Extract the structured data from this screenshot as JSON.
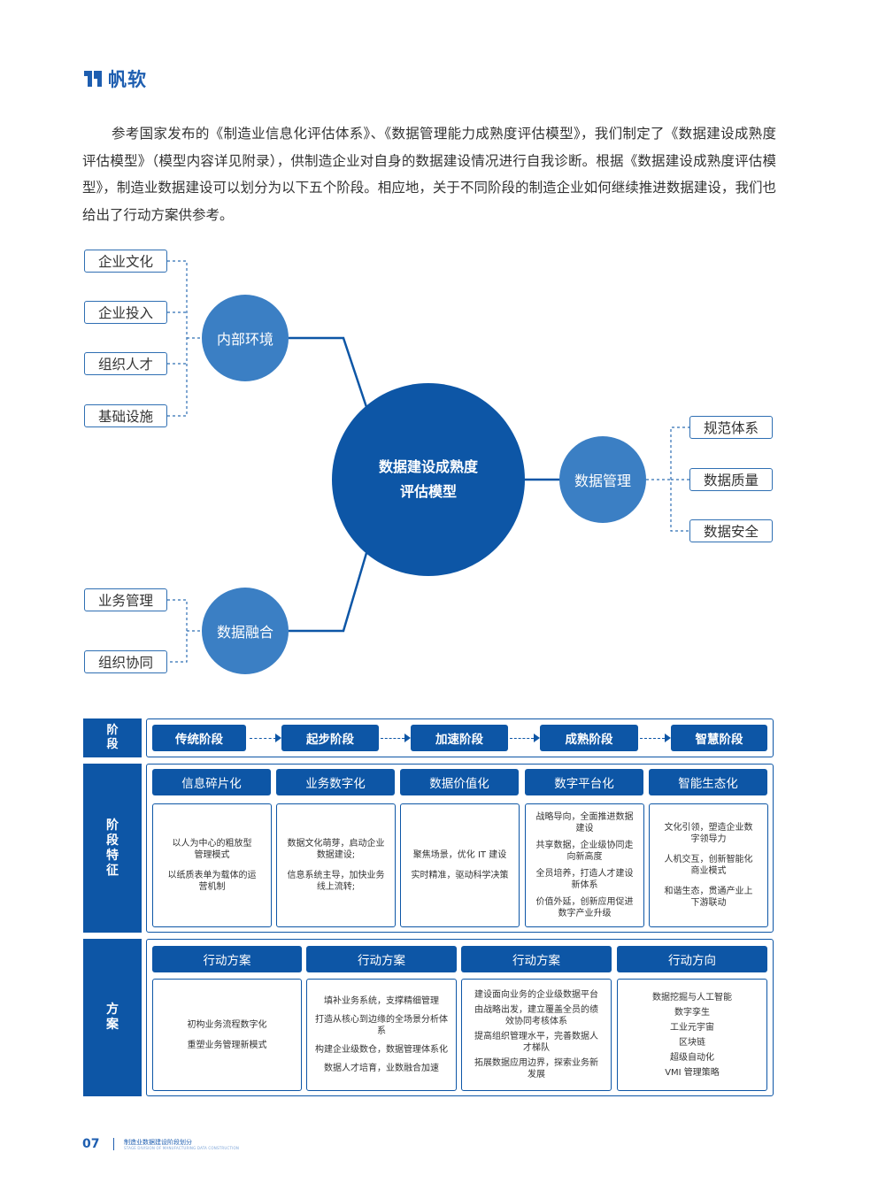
{
  "brand": {
    "name": "帆软",
    "color": "#1e5eb0"
  },
  "intro": "参考国家发布的《制造业信息化评估体系》、《数据管理能力成熟度评估模型》，我们制定了《数据建设成熟度评估模型》（模型内容详见附录），供制造企业对自身的数据建设情况进行自我诊断。根据《数据建设成熟度评估模型》，制造业数据建设可以划分为以下五个阶段。相应地，关于不同阶段的制造企业如何继续推进数据建设，我们也给出了行动方案供参考。",
  "mindmap": {
    "center": [
      "数据建设成熟度",
      "评估模型"
    ],
    "internal": {
      "label": "内部环境",
      "leaves": [
        "企业文化",
        "企业投入",
        "组织人才",
        "基础设施"
      ]
    },
    "management": {
      "label": "数据管理",
      "leaves": [
        "规范体系",
        "数据质量",
        "数据安全"
      ]
    },
    "fusion": {
      "label": "数据融合",
      "leaves": [
        "业务管理",
        "组织协同"
      ]
    }
  },
  "table": {
    "row_headers": {
      "stage": "阶\n段",
      "features": "阶\n段\n特\n征",
      "plan": "方\n案"
    },
    "stages": [
      "传统阶段",
      "起步阶段",
      "加速阶段",
      "成熟阶段",
      "智慧阶段"
    ],
    "features": [
      {
        "title": "信息碎片化",
        "lines": [
          "以人为中心的粗放型管理模式",
          "以纸质表单为载体的运营机制"
        ]
      },
      {
        "title": "业务数字化",
        "lines": [
          "数据文化萌芽，启动企业数据建设;",
          "信息系统主导，加快业务线上流转;"
        ]
      },
      {
        "title": "数据价值化",
        "lines": [
          "聚焦场景，优化 IT 建设",
          "实时精准，驱动科学决策"
        ]
      },
      {
        "title": "数字平台化",
        "lines": [
          "战略导向，全面推进数据建设",
          "共享数据，企业级协同走向新高度",
          "全员培养，打造人才建设新体系",
          "价值外延，创新应用促进数字产业升级"
        ]
      },
      {
        "title": "智能生态化",
        "lines": [
          "文化引领，塑造企业数字领导力",
          "人机交互，创新智能化商业模式",
          "和谐生态，贯通产业上下游联动"
        ]
      }
    ],
    "plans": [
      {
        "title": "行动方案",
        "lines": [
          "初构业务流程数字化",
          "重塑业务管理新模式"
        ]
      },
      {
        "title": "行动方案",
        "lines": [
          "填补业务系统，支撑精细管理",
          "打造从核心到边缘的全场景分析体系",
          "构建企业级数仓，数据管理体系化",
          "数据人才培育，业数融合加速"
        ]
      },
      {
        "title": "行动方案",
        "lines": [
          "建设面向业务的企业级数据平台",
          "由战略出发，建立覆盖全员的绩效协同考核体系",
          "提高组织管理水平，完善数据人才梯队",
          "拓展数据应用边界，探索业务新发展"
        ]
      },
      {
        "title": "行动方向",
        "lines": [
          "数据挖掘与人工智能",
          "数字孪生",
          "工业元宇宙",
          "区块链",
          "超级自动化",
          "VMI 管理策略"
        ]
      }
    ]
  },
  "footer": {
    "page": "07",
    "title": "制造业数据建设阶段划分",
    "subtitle": "STAGE DIVISION OF MANUFACTURING DATA CONSTRUCTION"
  },
  "colors": {
    "primary": "#0d56a6",
    "secondary": "#3b7fc4"
  }
}
